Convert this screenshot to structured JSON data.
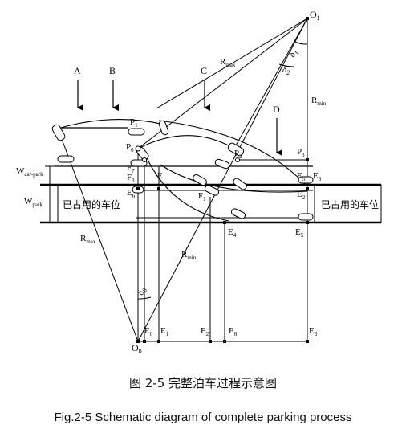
{
  "figure": {
    "arrows": {
      "A": "A",
      "B": "B",
      "C": "C",
      "D": "D"
    },
    "centers": {
      "O1": "O",
      "O1_sub": "1",
      "O0": "O",
      "O0_sub": "0"
    },
    "angles": {
      "delta1": "δ",
      "delta1_sub": "1",
      "delta2": "δ",
      "delta2_sub": "2",
      "delta0": "δ",
      "delta0_sub": "0"
    },
    "radii": {
      "rmax_top": "R",
      "rmax_top_sub": "max",
      "rmin_right": "R",
      "rmin_right_sub": "min",
      "rmax_left": "R",
      "rmax_left_sub": "max",
      "rmin_bottom": "R",
      "rmin_bottom_sub": "min"
    },
    "points": {
      "P0": "P",
      "P0_sub": "0",
      "P1": "P",
      "P1_sub": "1",
      "P2": "P",
      "P2_sub": "2",
      "P3": "P",
      "P3_sub": "3"
    },
    "e_mid": {
      "F7": "F",
      "F7_sub": "7",
      "F3": "F",
      "F3_sub": "3",
      "F6": "E",
      "F6_sub": "6",
      "Eleft": "E",
      "Eleft_sub": "",
      "F1": "F",
      "F1_sub": "1",
      "E5a": "E",
      "E5a_sub": "5",
      "E6r": "E",
      "E6r_sub": "6",
      "E2": "E",
      "E2_sub": "2",
      "E4": "E",
      "E4_sub": "4",
      "E5b": "E",
      "E5b_sub": "5"
    },
    "e_bottom": {
      "E0": "E",
      "E0_sub": "0",
      "E1": "E",
      "E1_sub": "1",
      "E2": "E",
      "E2_sub": "2",
      "E6": "E",
      "E6_sub": "6",
      "E3": "E",
      "E3_sub": "3"
    },
    "widths": {
      "w_car_park": "W",
      "w_car_park_sub": "car-park",
      "w_park": "W",
      "w_park_sub": "park"
    },
    "occupied_left": "已占用的车位",
    "occupied_right": "已占用的车位"
  },
  "caption_cn": "图  2-5  完整泊车过程示意图",
  "caption_en": "Fig.2-5 Schematic diagram of complete parking process"
}
